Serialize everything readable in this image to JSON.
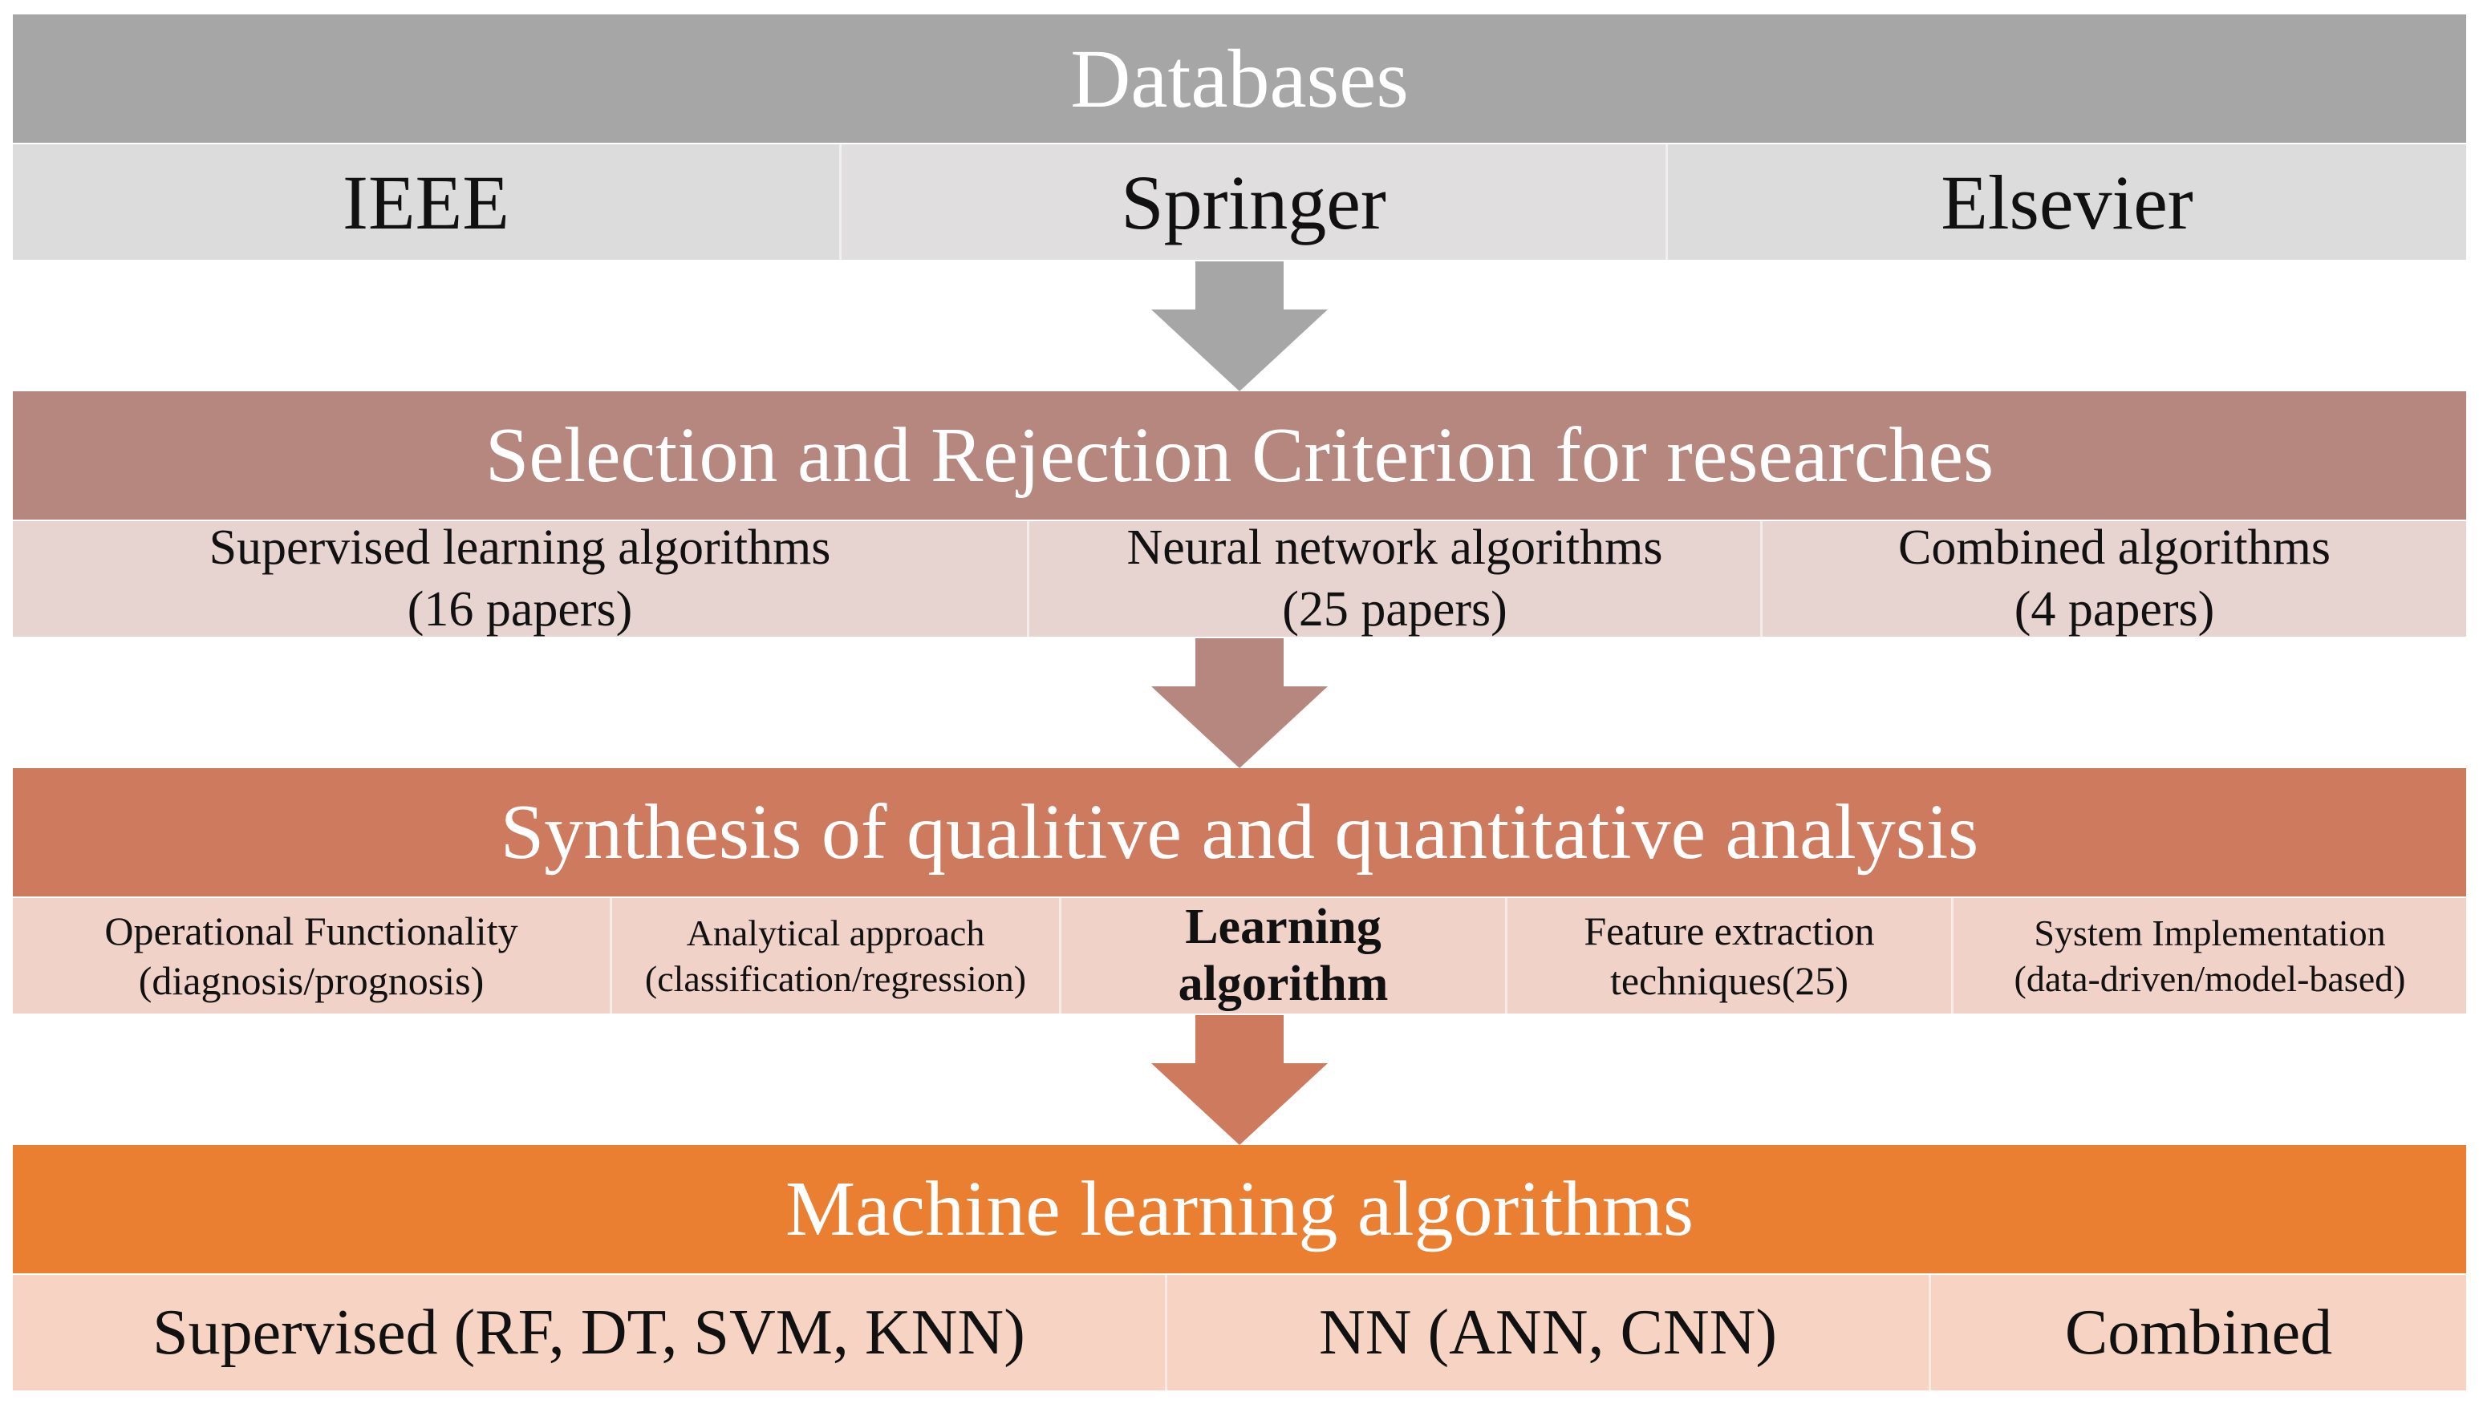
{
  "databases": {
    "title": "Databases",
    "items": [
      "IEEE",
      "Springer",
      "Elsevier"
    ]
  },
  "selection": {
    "title": "Selection and Rejection Criterion for researches",
    "items": [
      {
        "label": "Supervised learning algorithms",
        "count": "(16 papers)"
      },
      {
        "label": "Neural network algorithms",
        "count": "(25 papers)"
      },
      {
        "label": "Combined algorithms",
        "count": "(4 papers)"
      }
    ]
  },
  "synthesis": {
    "title": "Synthesis of qualitive and quantitative analysis",
    "items": [
      {
        "line1": "Operational Functionality",
        "line2": "(diagnosis/prognosis)"
      },
      {
        "line1": "Analytical approach",
        "line2": "(classification/regression)"
      },
      {
        "line1": "Learning",
        "line2": "algorithm"
      },
      {
        "line1": "Feature extraction",
        "line2": "techniques(25)"
      },
      {
        "line1": "System Implementation",
        "line2": "(data-driven/model-based)"
      }
    ]
  },
  "ml": {
    "title": "Machine learning algorithms",
    "items": [
      "Supervised (RF, DT, SVM, KNN)",
      "NN (ANN, CNN)",
      "Combined"
    ]
  },
  "colors": {
    "databases": "#a6a6a6",
    "selection": "#b5877e",
    "synthesis": "#cd7a5f",
    "ml": "#ea7f32"
  }
}
